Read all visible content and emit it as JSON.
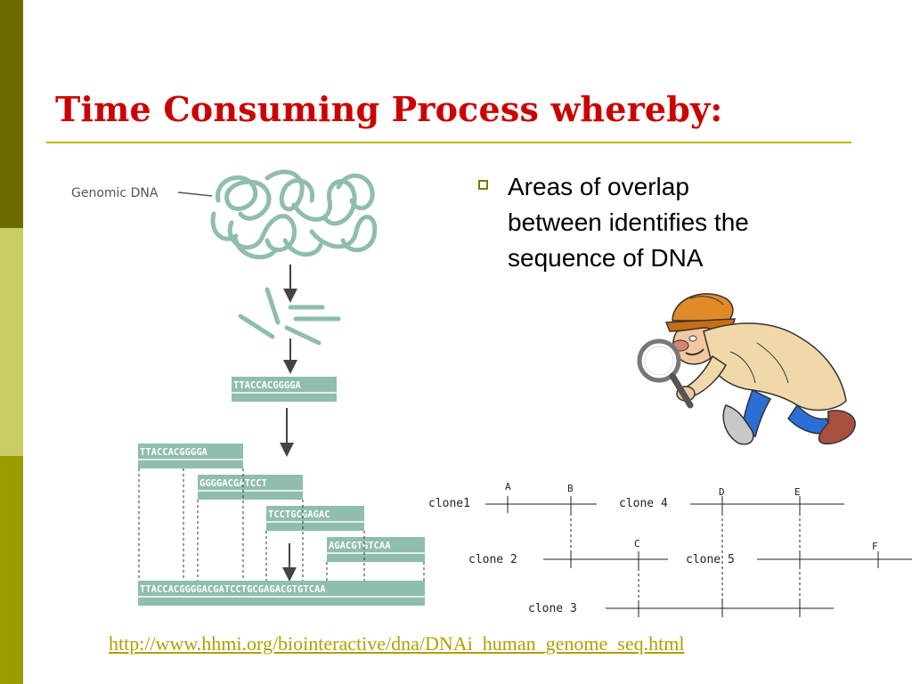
{
  "slide": {
    "title": "Time Consuming Process whereby:",
    "bullet_lines": [
      "Areas of overlap",
      "between identifies the",
      "sequence of DNA"
    ],
    "url": "http://www.hhmi.org/biointeractive/dna/DNAi_human_genome_seq.html"
  },
  "diagram": {
    "genomic_label": "Genomic DNA",
    "fragment": "TTACCACGGGGA",
    "reads": [
      "TTACCACGGGGA",
      "GGGGACGATCCT",
      "TCCTGCGAGAC",
      "AGACGTGTCAA"
    ],
    "assembled": "TTACCACGGGGACGATCCTGCGAGACGTGTCAA"
  },
  "clone_map": {
    "clones": [
      "clone1",
      "clone 4",
      "clone 2",
      "clone 5",
      "clone 3"
    ],
    "markers": [
      "A",
      "B",
      "C",
      "D",
      "E",
      "F"
    ]
  },
  "colors": {
    "title": "#cc0000",
    "rule": "#b8b800",
    "url": "#b0a000",
    "dna_teal": "#8fbdae"
  },
  "icons": [
    "detective-icon",
    "magnifier-icon",
    "bullet-square-icon"
  ]
}
